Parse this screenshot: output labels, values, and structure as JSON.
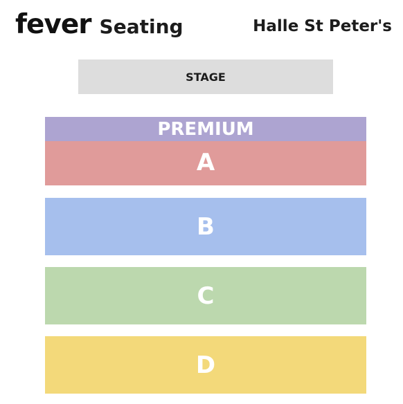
{
  "header": {
    "logo_text": "fever",
    "title": "Seating",
    "venue": "Halle St Peter's"
  },
  "stage": {
    "label": "STAGE",
    "color": "#dddddd"
  },
  "sections": [
    {
      "label": "PREMIUM",
      "color": "#ada4d1"
    },
    {
      "label": "A",
      "color": "#e09b9a"
    },
    {
      "label": "B",
      "color": "#a6bfed"
    },
    {
      "label": "C",
      "color": "#bcd8ae"
    },
    {
      "label": "D",
      "color": "#f3d97a"
    }
  ]
}
